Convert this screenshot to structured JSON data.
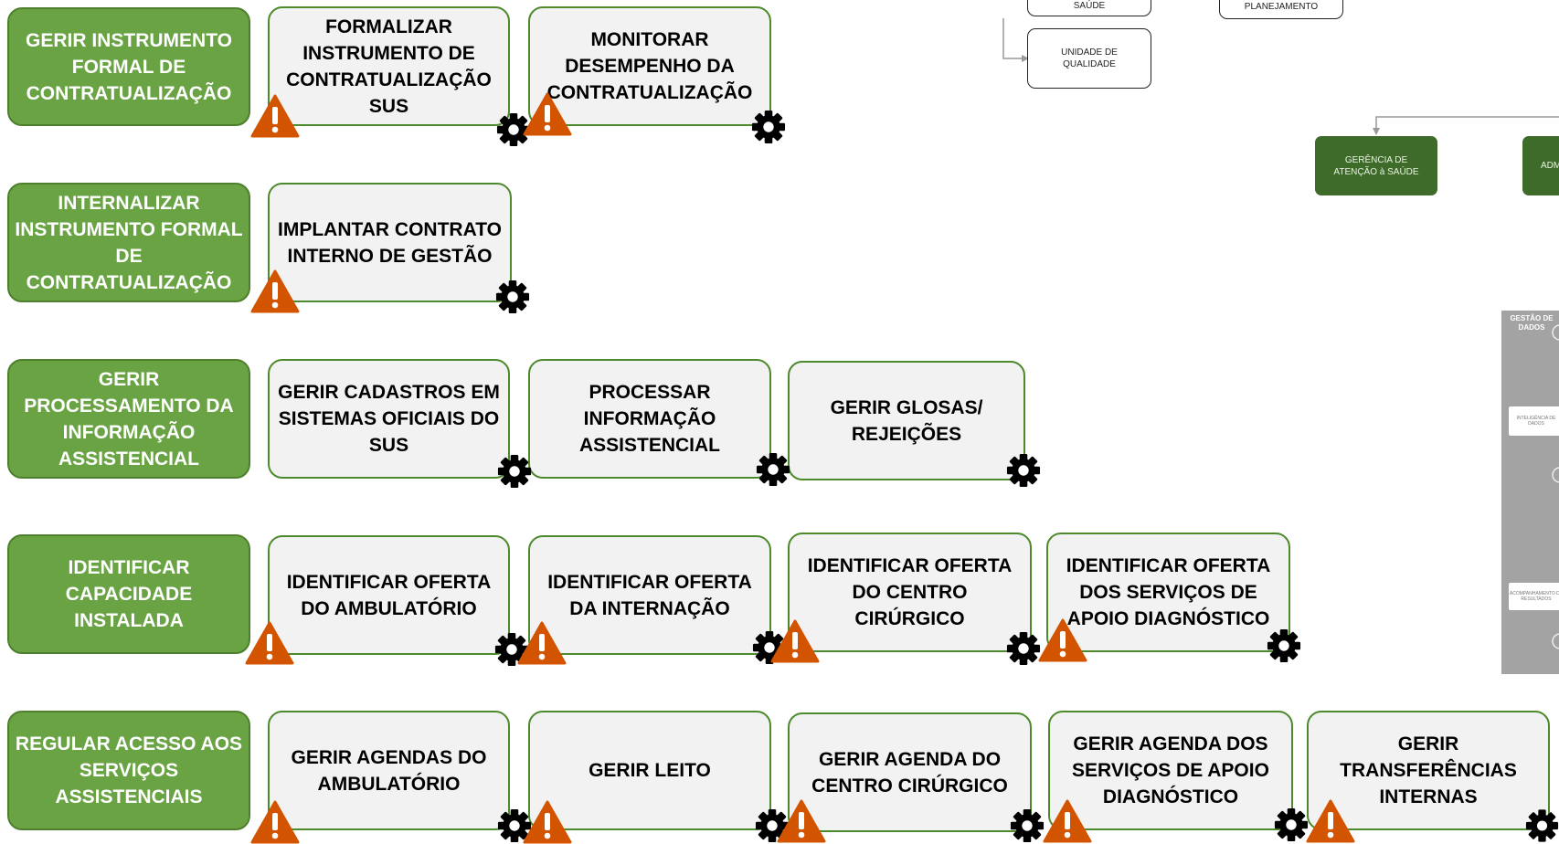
{
  "colors": {
    "process_fill": "#6aa344",
    "activity_fill": "#f2f2f2",
    "activity_border": "#4d8a2c",
    "risk_icon": "#d35400",
    "gear_icon": "#000000",
    "org_dark_green": "#3e6b2a",
    "side_panel": "#a3a3a3"
  },
  "org_chart": {
    "top_box_1": "SAÚDE",
    "top_box_2": "PLANEJAMENTO",
    "unidade_qualidade": "UNIDADE DE QUALIDADE",
    "gerencia_atencao": "GERÊNCIA DE ATENÇÃO à SAÚDE",
    "gerencia_adm_partial": "ADM"
  },
  "side_panel": {
    "title": "GESTÃO DE DADOS",
    "card_1": "INTELIGÊNCIA DE DADOS",
    "card_2": "ACOMPANHAMENTO DE RESULTADOS"
  },
  "rows": [
    {
      "process": "GERIR INSTRUMENTO FORMAL DE CONTRATUALIZAÇÃO",
      "activities": [
        "FORMALIZAR INSTRUMENTO DE CONTRATUALIZAÇÃO SUS",
        "MONITORAR DESEMPENHO DA CONTRATUALIZAÇÃO"
      ]
    },
    {
      "process": "INTERNALIZAR INSTRUMENTO FORMAL DE CONTRATUALIZAÇÃO",
      "activities": [
        "IMPLANTAR CONTRATO INTERNO DE GESTÃO"
      ]
    },
    {
      "process": "GERIR PROCESSAMENTO DA INFORMAÇÃO ASSISTENCIAL",
      "activities": [
        "GERIR CADASTROS EM SISTEMAS OFICIAIS DO SUS",
        "PROCESSAR INFORMAÇÃO ASSISTENCIAL",
        "GERIR GLOSAS/ REJEIÇÕES"
      ]
    },
    {
      "process": "IDENTIFICAR CAPACIDADE INSTALADA",
      "activities": [
        "IDENTIFICAR OFERTA DO AMBULATÓRIO",
        "IDENTIFICAR OFERTA DA INTERNAÇÃO",
        "IDENTIFICAR OFERTA DO CENTRO CIRÚRGICO",
        "IDENTIFICAR OFERTA DOS SERVIÇOS DE APOIO DIAGNÓSTICO"
      ]
    },
    {
      "process": "REGULAR ACESSO AOS SERVIÇOS ASSISTENCIAIS",
      "activities": [
        "GERIR AGENDAS DO AMBULATÓRIO",
        "GERIR LEITO",
        "GERIR AGENDA DO CENTRO CIRÚRGICO",
        "GERIR AGENDA DOS SERVIÇOS DE APOIO DIAGNÓSTICO",
        "GERIR TRANSFERÊNCIAS INTERNAS"
      ]
    }
  ]
}
